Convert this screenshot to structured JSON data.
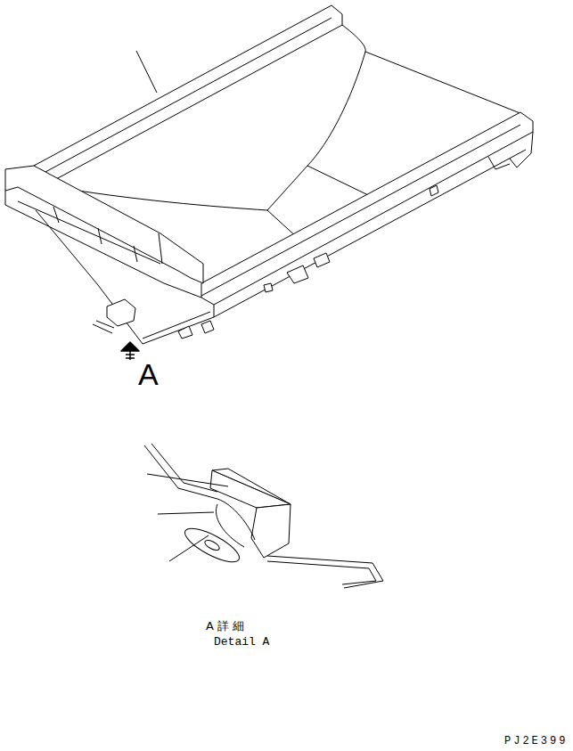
{
  "diagram": {
    "labels": [
      "A",
      "A 詳 細",
      "Detail A",
      "PJ2E399"
    ]
  }
}
